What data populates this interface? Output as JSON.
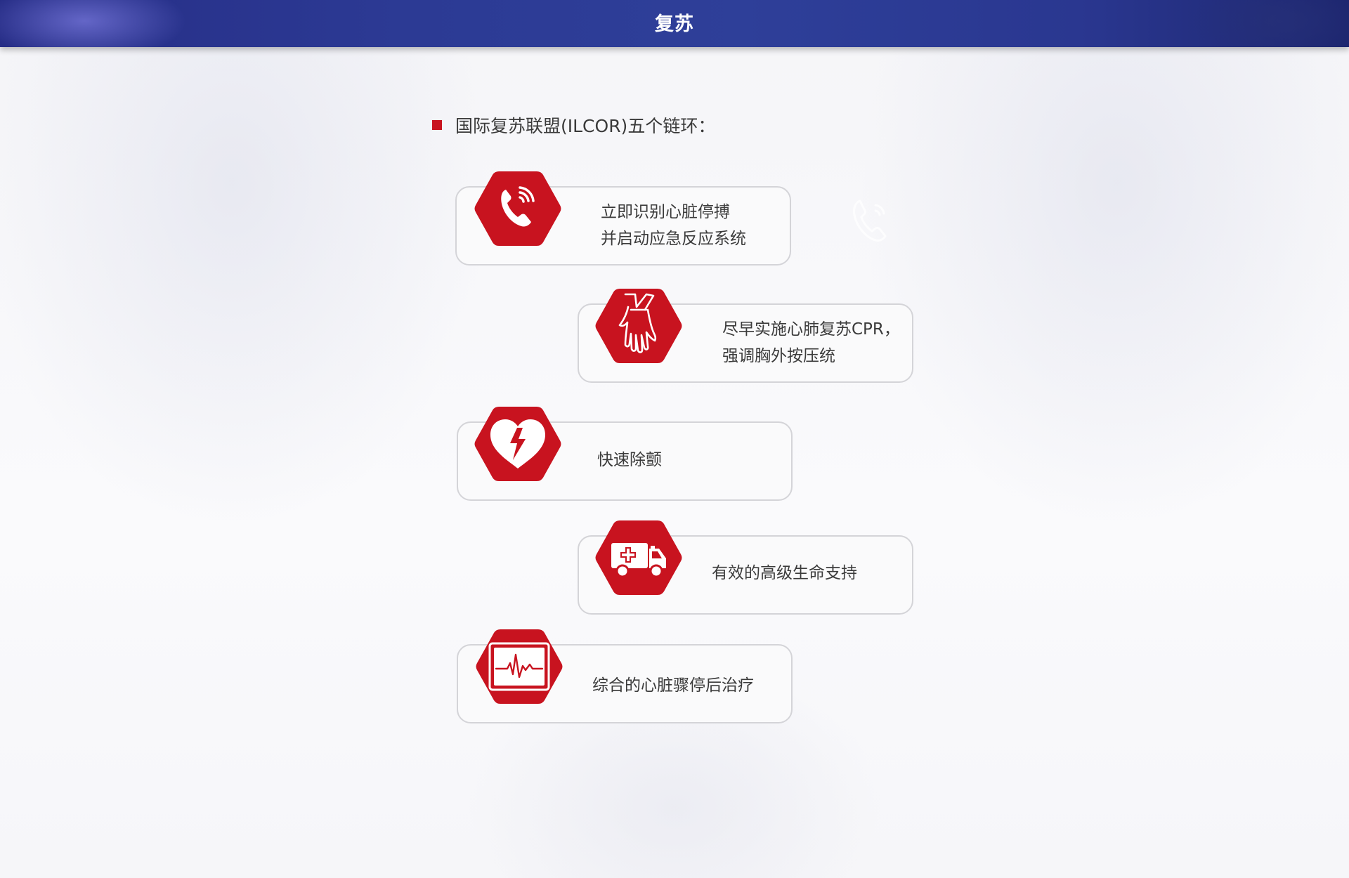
{
  "header": {
    "title": "复苏"
  },
  "intro": {
    "text": "国际复苏联盟(ILCOR)五个链环："
  },
  "links": [
    {
      "icon": "phone-call-icon",
      "lines": [
        "立即识别心脏停搏",
        "并启动应急反应系统"
      ]
    },
    {
      "icon": "hands-cpr-icon",
      "lines": [
        "尽早实施心肺复苏CPR，",
        "强调胸外按压统"
      ]
    },
    {
      "icon": "heart-defibrillator-icon",
      "lines": [
        "快速除颤"
      ]
    },
    {
      "icon": "ambulance-icon",
      "lines": [
        "有效的高级生命支持"
      ]
    },
    {
      "icon": "ecg-monitor-icon",
      "lines": [
        "综合的心脏骤停后治疗"
      ]
    }
  ],
  "colors": {
    "accent_red": "#c8131f",
    "header_blue": "#2c3a94",
    "card_border": "#d4d4d8",
    "text": "#3b3b3b"
  }
}
